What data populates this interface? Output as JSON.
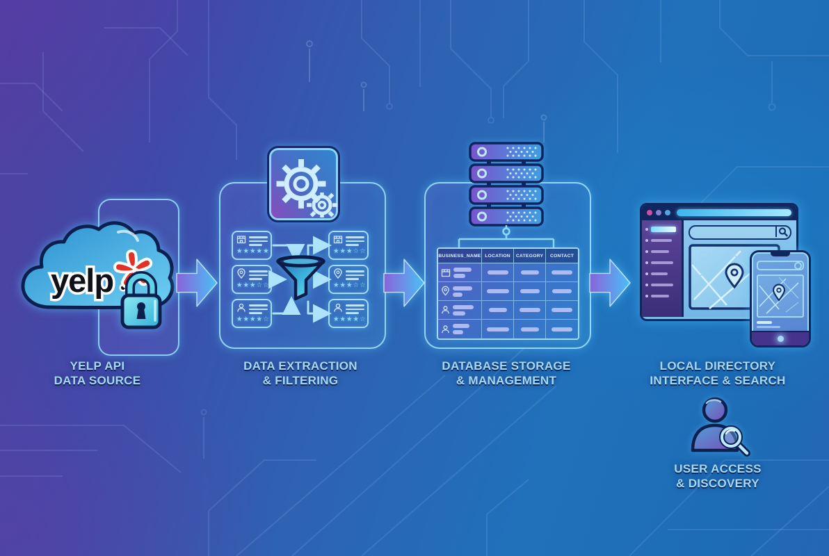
{
  "stages": [
    {
      "id": "yelp-api-data-source",
      "label_line1": "YELP API",
      "label_line2": "DATA SOURCE",
      "logo_text": "yelp",
      "icons": [
        "cloud-icon",
        "yelp-burst-icon",
        "lock-icon"
      ]
    },
    {
      "id": "data-extraction-filtering",
      "label_line1": "DATA EXTRACTION",
      "label_line2": "& FILTERING",
      "icons": [
        "gears-icon",
        "funnel-icon"
      ],
      "cards_left": [
        {
          "icon": "storefront-icon",
          "stars": "★★★★★"
        },
        {
          "icon": "location-pin-icon",
          "stars": "★★★☆☆"
        },
        {
          "icon": "person-icon",
          "stars": "★★★★☆"
        }
      ],
      "cards_right": [
        {
          "icon": "storefront-icon",
          "stars": "★★★☆☆"
        },
        {
          "icon": "location-pin-icon",
          "stars": "★★★☆☆"
        },
        {
          "icon": "person-icon",
          "stars": "★★★★☆"
        }
      ]
    },
    {
      "id": "database-storage-management",
      "label_line1": "DATABASE STORAGE",
      "label_line2": "& MANAGEMENT",
      "icons": [
        "server-stack-icon"
      ],
      "table": {
        "headers": [
          "BUSINESS_NAME",
          "LOCATION",
          "CATEGORY",
          "CONTACT"
        ],
        "row_icons": [
          "storefront-icon",
          "location-pin-icon",
          "person-icon",
          "person-icon"
        ]
      }
    },
    {
      "id": "local-directory-interface",
      "label_line1": "LOCAL DIRECTORY",
      "label_line2": "INTERFACE & SEARCH",
      "icons": [
        "browser-window-icon",
        "smartphone-icon",
        "map-pin-icon",
        "search-icon"
      ]
    }
  ],
  "user_access": {
    "label_line1": "USER ACCESS",
    "label_line2": "& DISCOVERY",
    "icons": [
      "person-search-icon"
    ]
  },
  "colors": {
    "accent_cyan": "#8FD9F8",
    "label_text": "#A5D9F6",
    "yelp_red": "#E23125",
    "dark_outline": "#0C2050",
    "bg_purple": "#53409F",
    "bg_blue": "#1D6FBA"
  }
}
